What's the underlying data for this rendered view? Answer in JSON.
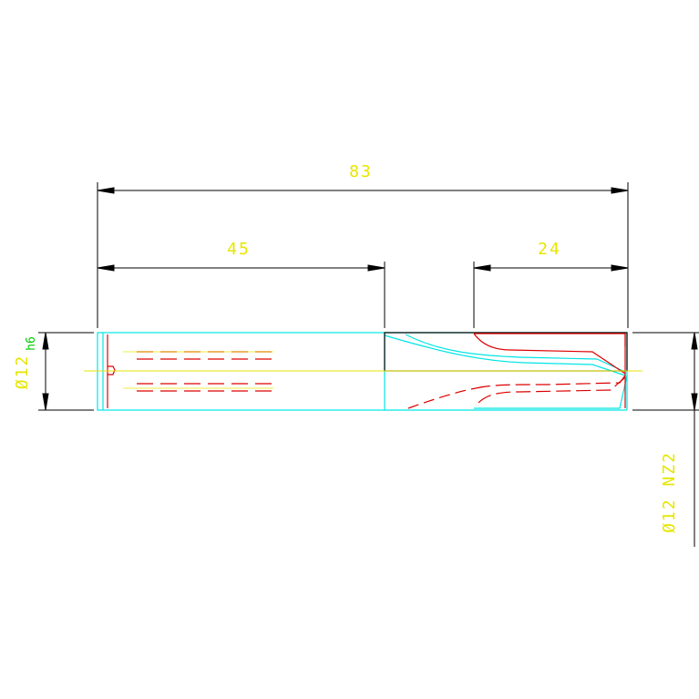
{
  "colors": {
    "background": "#ffffff",
    "dimension_line": "#000000",
    "dimension_text": "#e6e600",
    "outline": "#00e5e5",
    "hidden_line": "#dd0000",
    "centerline": "#e6e600",
    "tolerance_text": "#00cc00"
  },
  "dimensions": {
    "overall_length": "83",
    "shank_length": "45",
    "flute_length": "24",
    "shank_diameter": "Ø12",
    "shank_tolerance": "h6",
    "cutting_diameter": "Ø12 NZ2"
  }
}
